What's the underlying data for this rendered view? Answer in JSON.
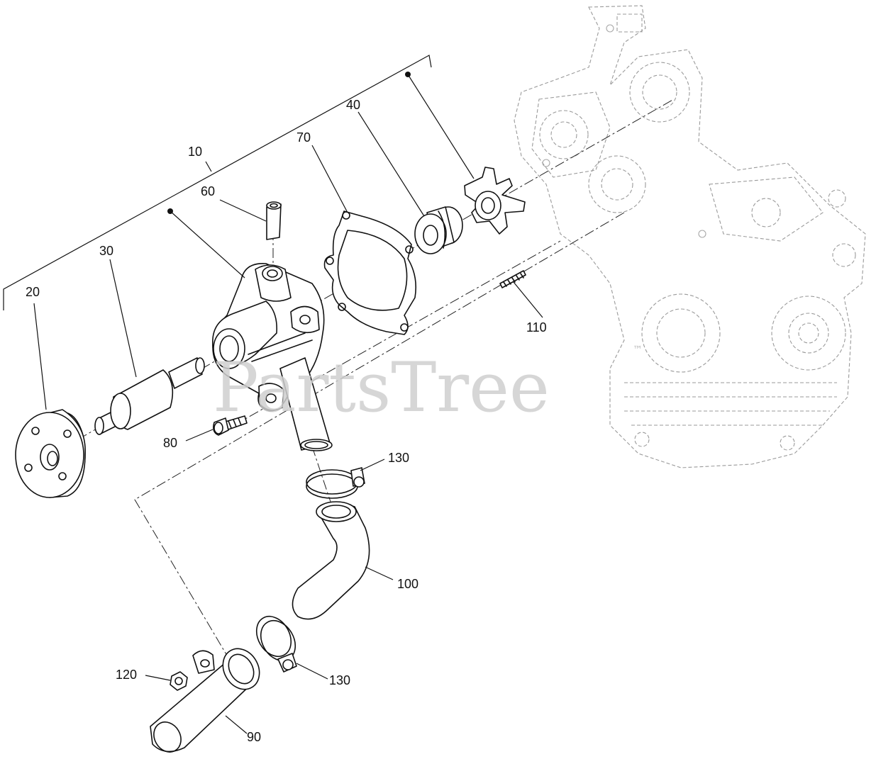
{
  "watermark": {
    "text": "PartsTree",
    "mark": "™"
  },
  "callouts": {
    "c10": "10",
    "c20": "20",
    "c30": "30",
    "c40": "40",
    "c60": "60",
    "c70": "70",
    "c80": "80",
    "c90": "90",
    "c100": "100",
    "c110": "110",
    "c120": "120",
    "c130a": "130",
    "c130b": "130"
  },
  "colors": {
    "ink": "#111111",
    "ghost": "#9a9a9a",
    "watermark": "#cfcfcf"
  }
}
